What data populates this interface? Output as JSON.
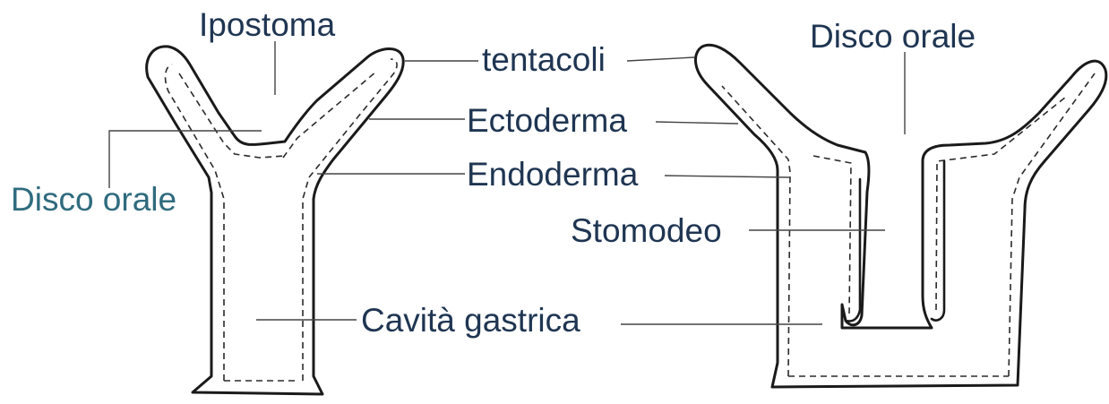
{
  "labels": {
    "ipostoma": "Ipostoma",
    "tentacoli": "tentacoli",
    "disco_orale_right": "Disco orale",
    "ectoderma": "Ectoderma",
    "endoderma": "Endoderma",
    "disco_orale_left": "Disco orale",
    "stomodeo": "Stomodeo",
    "cavita_gastrica": "Cavità gastrica"
  },
  "colors": {
    "label_text": "#1f3552",
    "label_text_alt": "#2f6b7e",
    "outline": "#1a1a1a"
  }
}
